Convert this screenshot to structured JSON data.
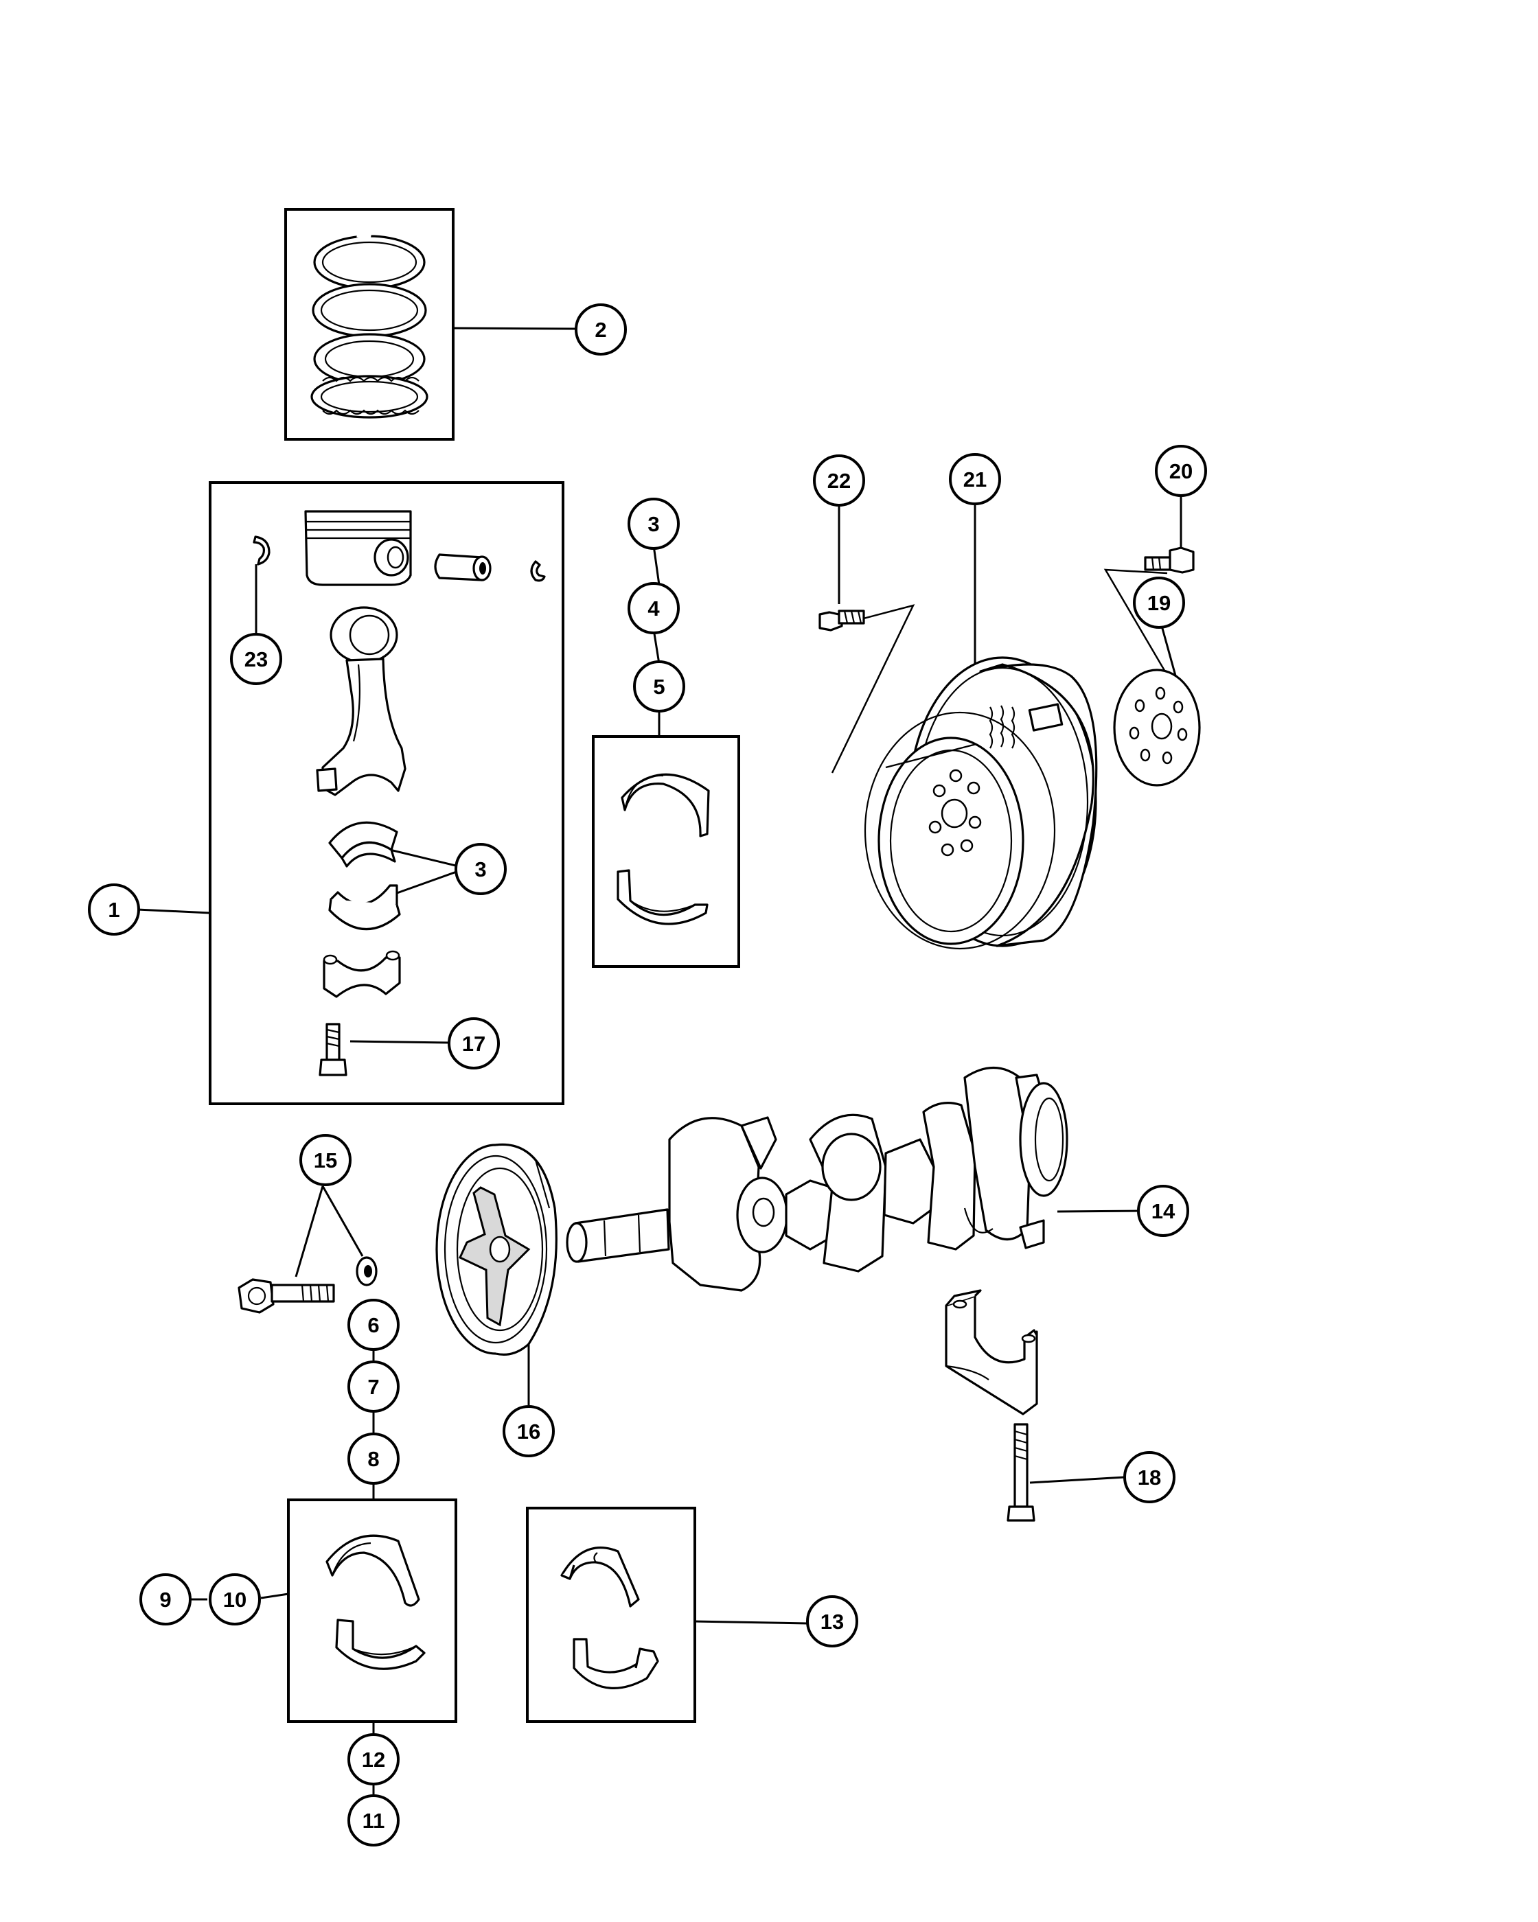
{
  "callouts": [
    {
      "id": "c1",
      "label": "1"
    },
    {
      "id": "c2",
      "label": "2"
    },
    {
      "id": "c3a",
      "label": "3"
    },
    {
      "id": "c3b",
      "label": "3"
    },
    {
      "id": "c4",
      "label": "4"
    },
    {
      "id": "c5",
      "label": "5"
    },
    {
      "id": "c6",
      "label": "6"
    },
    {
      "id": "c7",
      "label": "7"
    },
    {
      "id": "c8",
      "label": "8"
    },
    {
      "id": "c9",
      "label": "9"
    },
    {
      "id": "c10",
      "label": "10"
    },
    {
      "id": "c11",
      "label": "11"
    },
    {
      "id": "c12",
      "label": "12"
    },
    {
      "id": "c13",
      "label": "13"
    },
    {
      "id": "c14",
      "label": "14"
    },
    {
      "id": "c15",
      "label": "15"
    },
    {
      "id": "c16",
      "label": "16"
    },
    {
      "id": "c17",
      "label": "17"
    },
    {
      "id": "c18",
      "label": "18"
    },
    {
      "id": "c19",
      "label": "19"
    },
    {
      "id": "c20",
      "label": "20"
    },
    {
      "id": "c21",
      "label": "21"
    },
    {
      "id": "c22",
      "label": "22"
    },
    {
      "id": "c23",
      "label": "23"
    }
  ]
}
